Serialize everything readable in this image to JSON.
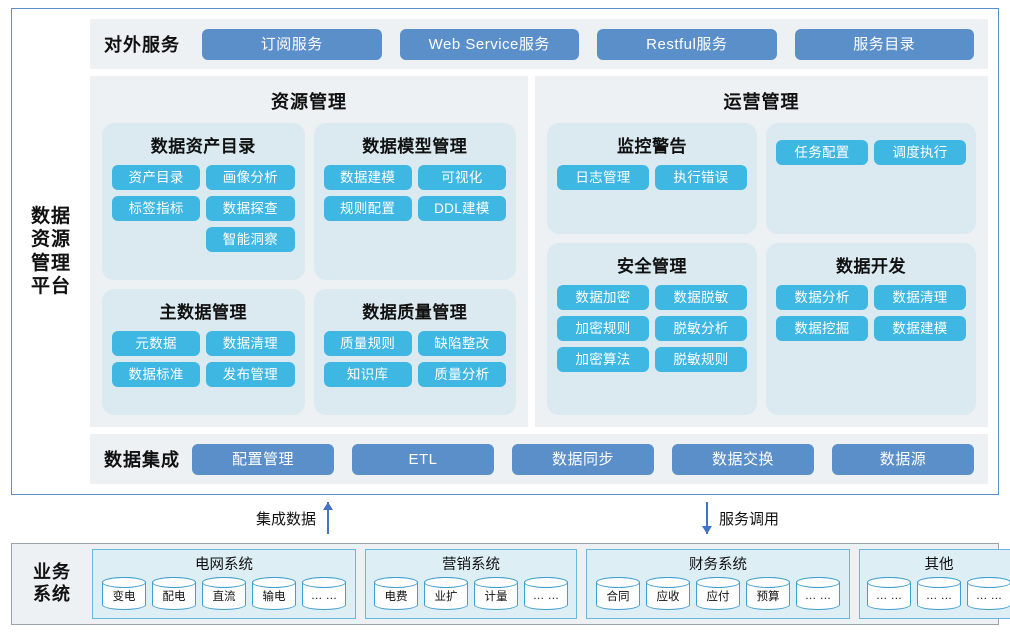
{
  "platform": {
    "title": "数据\n资源\n管理\n平台",
    "title_lines": [
      "数据",
      "资源",
      "管理",
      "平台"
    ],
    "external_services": {
      "label": "对外服务",
      "items": [
        "订阅服务",
        "Web Service服务",
        "Restful服务",
        "服务目录"
      ]
    },
    "panels": [
      {
        "title": "资源管理",
        "cards": [
          {
            "title": "数据资产目录",
            "chips": [
              "资产目录",
              "画像分析",
              "标签指标",
              "数据探查",
              "",
              "智能洞察"
            ]
          },
          {
            "title": "数据模型管理",
            "chips": [
              "数据建模",
              "可视化",
              "规则配置",
              "DDL建模"
            ]
          },
          {
            "title": "主数据管理",
            "chips": [
              "元数据",
              "数据清理",
              "数据标准",
              "发布管理"
            ]
          },
          {
            "title": "数据质量管理",
            "chips": [
              "质量规则",
              "缺陷整改",
              "知识库",
              "质量分析"
            ]
          }
        ]
      },
      {
        "title": "运营管理",
        "cards": [
          {
            "title": "监控警告",
            "chips": [
              "日志管理",
              "执行错误"
            ]
          },
          {
            "title": "",
            "chips": [
              "任务配置",
              "调度执行"
            ]
          },
          {
            "title": "安全管理",
            "chips": [
              "数据加密",
              "数据脱敏",
              "加密规则",
              "脱敏分析",
              "加密算法",
              "脱敏规则"
            ]
          },
          {
            "title": "数据开发",
            "chips": [
              "数据分析",
              "数据清理",
              "数据挖掘",
              "数据建模"
            ]
          }
        ]
      }
    ],
    "integration": {
      "label": "数据集成",
      "items": [
        "配置管理",
        "ETL",
        "数据同步",
        "数据交换",
        "数据源"
      ]
    }
  },
  "connectors": [
    {
      "label": "集成数据",
      "direction": "up"
    },
    {
      "label": "服务调用",
      "direction": "down"
    }
  ],
  "business": {
    "title_lines": [
      "业务",
      "系统"
    ],
    "groups": [
      {
        "title": "电网系统",
        "nodes": [
          "变电",
          "配电",
          "直流",
          "输电",
          "… …"
        ]
      },
      {
        "title": "营销系统",
        "nodes": [
          "电费",
          "业扩",
          "计量",
          "… …"
        ]
      },
      {
        "title": "财务系统",
        "nodes": [
          "合同",
          "应收",
          "应付",
          "预算",
          "… …"
        ]
      },
      {
        "title": "其他",
        "nodes": [
          "… …",
          "… …",
          "… …"
        ]
      }
    ]
  },
  "colors": {
    "frame_border": "#5b8fc9",
    "band_bg": "#eef1f3",
    "pill": "#5b8fc9",
    "card_bg": "#daeaf0",
    "chip": "#3fb7e3",
    "arrow": "#4472c4",
    "business_border": "#9aa3ab",
    "group_border": "#66b8e0",
    "group_bg": "#ddeef5",
    "cylinder_border": "#3f9fd0"
  }
}
